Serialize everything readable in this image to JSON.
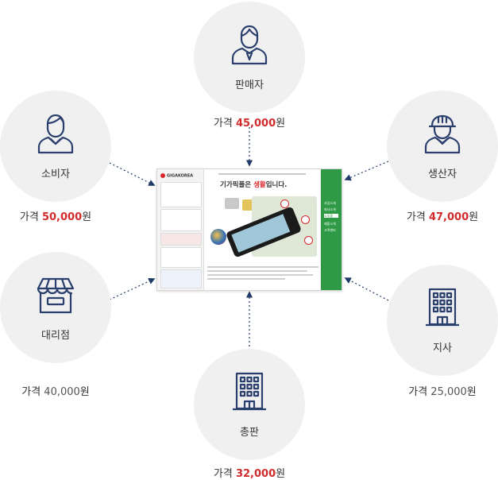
{
  "price_prefix": "가격",
  "currency_suffix": "원",
  "nodes": {
    "seller": {
      "label": "판매자",
      "price": "45,000",
      "icon": "seller-person-icon"
    },
    "consumer": {
      "label": "소비자",
      "price": "50,000",
      "icon": "consumer-person-icon"
    },
    "producer": {
      "label": "생산자",
      "price": "47,000",
      "icon": "worker-hardhat-icon"
    },
    "agency": {
      "label": "대리점",
      "price": "40,000",
      "icon": "storefront-icon"
    },
    "branch": {
      "label": "지사",
      "price": "25,000",
      "icon": "building-icon"
    },
    "head": {
      "label": "총판",
      "price": "32,000",
      "icon": "building-icon"
    }
  },
  "center": {
    "brand": "GIGAKOREA",
    "headline_a": "기가픽플",
    "headline_b": "은 ",
    "headline_c": "생활",
    "headline_d": "입니다.",
    "menu": [
      "사업소개",
      "회사소개",
      "쇼핑몰",
      "제품소개",
      "고객센터"
    ]
  },
  "colors": {
    "accent_red": "#d12b2b",
    "icon_navy": "#2a3f6c",
    "arrow": "#1f3a66",
    "circle": "#f0f0f1",
    "side_green": "#2f9a45"
  }
}
